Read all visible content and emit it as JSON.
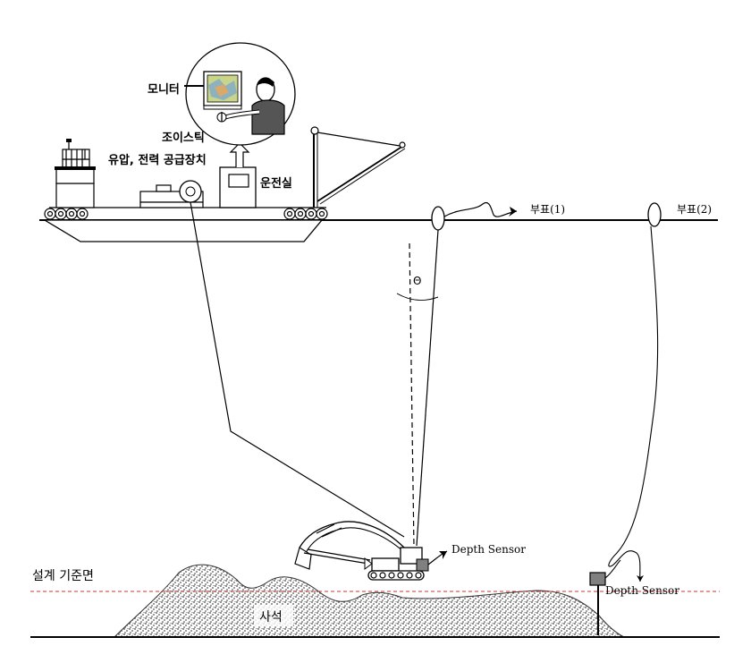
{
  "labels": {
    "monitor": "모니터",
    "joystick": "조이스틱",
    "power_unit": "유압, 전력 공급장치",
    "control_room": "운전실",
    "buoy1": "부표(1)",
    "buoy2": "부표(2)",
    "theta": "Θ",
    "depth_sensor_1": "Depth Sensor",
    "depth_sensor_2": "Depth Sensor",
    "design_level": "설계 기준면",
    "rubble": "사석"
  },
  "colors": {
    "line": "#000000",
    "design_level_line": "#cc3333",
    "rubble_fill": "#bdbdbd",
    "sensor_fill": "#808080",
    "monitor_screen": "#c9d68a"
  }
}
